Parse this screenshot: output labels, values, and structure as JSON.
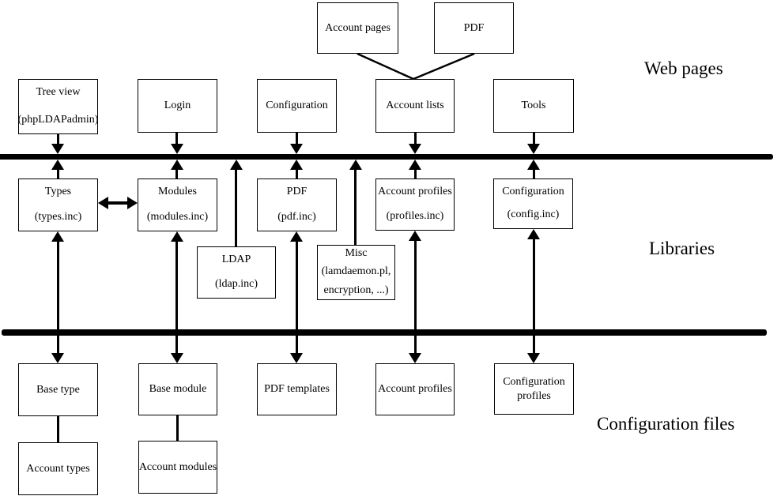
{
  "sections": {
    "web_pages": "Web pages",
    "libraries": "Libraries",
    "configuration_files": "Configuration files"
  },
  "boxes": {
    "account_pages": [
      "Account pages"
    ],
    "pdf_page": [
      "PDF"
    ],
    "tree_view": [
      "Tree view",
      "(phpLDAPadmin)"
    ],
    "login": [
      "Login"
    ],
    "configuration_page": [
      "Configuration"
    ],
    "account_lists": [
      "Account lists"
    ],
    "tools": [
      "Tools"
    ],
    "types_lib": [
      "Types",
      "(types.inc)"
    ],
    "modules_lib": [
      "Modules",
      "(modules.inc)"
    ],
    "pdf_lib": [
      "PDF",
      "(pdf.inc)"
    ],
    "account_profiles_lib": [
      "Account profiles",
      "(profiles.inc)"
    ],
    "configuration_lib": [
      "Configuration",
      "(config.inc)"
    ],
    "ldap_lib": [
      "LDAP",
      "(ldap.inc)"
    ],
    "misc_lib": [
      "Misc",
      "(lamdaemon.pl,",
      "encryption, ...)"
    ],
    "base_type": [
      "Base type"
    ],
    "base_module": [
      "Base module"
    ],
    "pdf_templates": [
      "PDF templates"
    ],
    "account_profiles_files": [
      "Account profiles"
    ],
    "configuration_profiles": [
      "Configuration",
      "profiles"
    ],
    "account_types": [
      "Account types"
    ],
    "account_modules": [
      "Account modules"
    ]
  },
  "colors": {
    "line": "#000000",
    "background": "#ffffff",
    "text": "#000000"
  }
}
